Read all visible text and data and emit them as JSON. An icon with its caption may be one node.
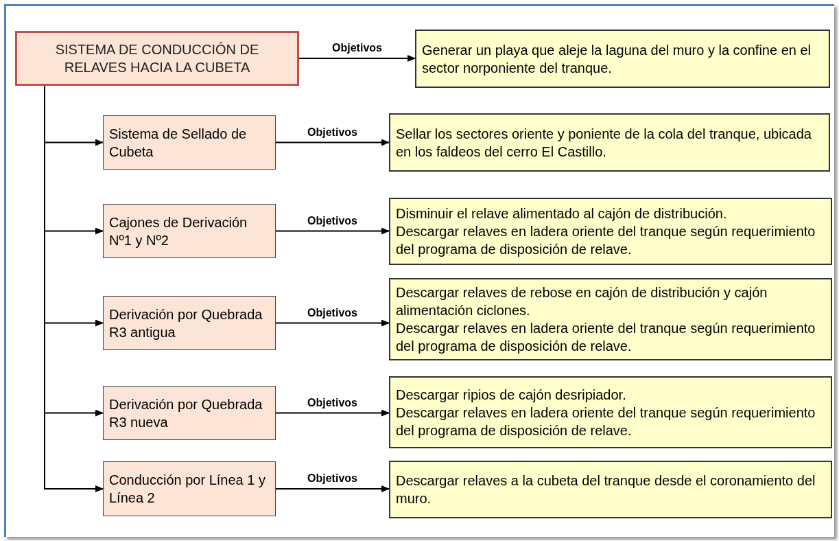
{
  "diagram": {
    "nodes": [
      {
        "text": [
          "SISTEMA DE CONDUCCIÓN DE RELAVES HACIA LA CUBETA"
        ]
      },
      {
        "text": [
          "Generar un playa que aleje la laguna del muro y la confine en el sector norponiente del tranque."
        ]
      },
      {
        "text": [
          "Sistema de Sellado de Cubeta"
        ]
      },
      {
        "text": [
          "Sellar los sectores oriente y poniente de la cola del tranque, ubicada en los faldeos del cerro El Castillo."
        ]
      },
      {
        "text": [
          "Cajones de Derivación Nº1 y Nº2"
        ]
      },
      {
        "text": [
          "Disminuir el relave alimentado al cajón de distribución.",
          "Descargar relaves en ladera oriente del tranque según requerimiento del programa de disposición de relave."
        ]
      },
      {
        "text": [
          "Derivación por Quebrada R3 antigua"
        ]
      },
      {
        "text": [
          "Descargar relaves de rebose en cajón de distribución y cajón alimentación ciclones.",
          "Descargar relaves en ladera oriente del tranque según requerimiento del programa de disposición de relave."
        ]
      },
      {
        "text": [
          "Derivación por Quebrada R3 nueva"
        ]
      },
      {
        "text": [
          "Descargar ripios de cajón desripiador.",
          "Descargar relaves en ladera oriente del tranque según requerimiento del programa de disposición de relave."
        ]
      },
      {
        "text": [
          "Conducción por Línea 1 y Línea 2"
        ]
      },
      {
        "text": [
          "Descargar relaves a la cubeta del tranque desde el coronamiento del muro."
        ]
      }
    ],
    "edges": [
      {
        "from": 0,
        "to": 1,
        "arrow": "to",
        "label": "Objetivos"
      },
      {
        "from": 0,
        "to": 2,
        "arrow": "to"
      },
      {
        "from": 2,
        "to": 3,
        "arrow": "to",
        "label": "Objetivos"
      },
      {
        "from": 0,
        "to": 4,
        "arrow": "to"
      },
      {
        "from": 4,
        "to": 5,
        "arrow": "to",
        "label": "Objetivos"
      },
      {
        "from": 0,
        "to": 6,
        "arrow": "to"
      },
      {
        "from": 6,
        "to": 7,
        "arrow": "to",
        "label": "Objetivos"
      },
      {
        "from": 0,
        "to": 8,
        "arrow": "to"
      },
      {
        "from": 8,
        "to": 9,
        "arrow": "to",
        "label": "Objetivos"
      },
      {
        "from": 0,
        "to": 10,
        "arrow": "to"
      },
      {
        "from": 10,
        "to": 11,
        "arrow": "to",
        "label": "Objetivos"
      }
    ]
  }
}
